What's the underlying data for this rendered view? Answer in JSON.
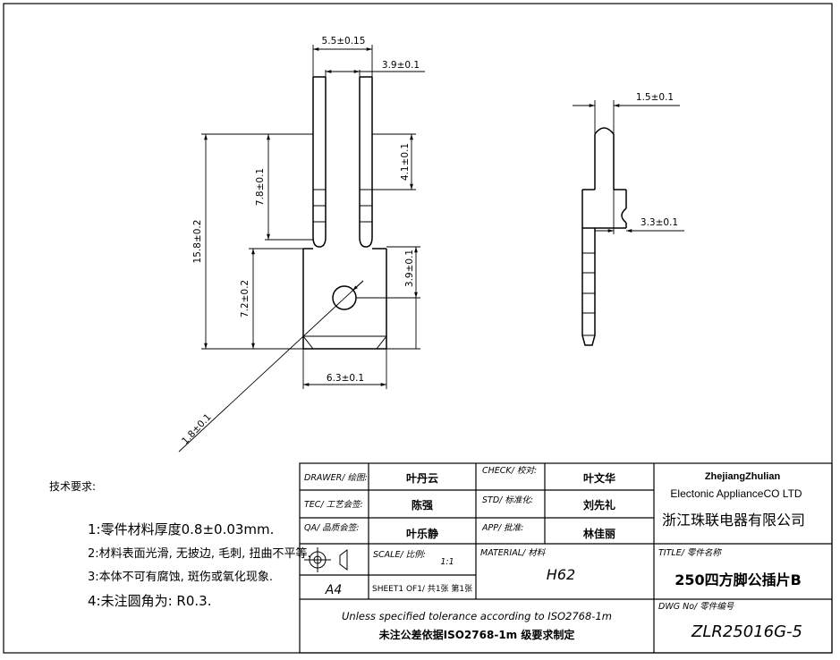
{
  "dimensions": {
    "top_width": "5.5±0.15",
    "top_gap": "3.9±0.1",
    "slot_depth": "4.1±0.1",
    "tab_length": "7.8±0.1",
    "total_length": "15.8±0.2",
    "body_length": "7.2±0.2",
    "hole_offset": "3.9±0.1",
    "base_width": "6.3±0.1",
    "hole_dia": "1.8±0.1",
    "thickness": "1.5±0.1",
    "side_offset": "3.3±0.1"
  },
  "notes": {
    "heading": "技术要求:",
    "items": [
      "1:零件材料厚度0.8±0.03mm.",
      "2:材料表面光滑, 无披边, 毛刺, 扭曲不平等.",
      "3:本体不可有腐蚀, 斑伤或氧化现象.",
      "4:未注圆角为: R0.3."
    ]
  },
  "title_block": {
    "drawer_label": "DRAWER/ 绘图:",
    "drawer_name": "叶丹云",
    "check_label": "CHECK/ 校对:",
    "check_name": "叶文华",
    "tec_label": "TEC/ 工艺会签:",
    "tec_name": "陈强",
    "std_label": "STD/ 标准化:",
    "std_name": "刘先礼",
    "qa_label": "QA/ 品质会签:",
    "qa_name": "叶乐静",
    "app_label": "APP/ 批准:",
    "app_name": "林佳丽",
    "company_en_1": "ZhejiangZhulian",
    "company_en_2": "Electonic ApplianceCO LTD",
    "company_cn": "浙江珠联电器有限公司",
    "scale_label": "SCALE/ 比例:",
    "scale_value": "1:1",
    "material_label": "MATERIAL/ 材料",
    "material_value": "H62",
    "title_label": "TITLE/ 零件名称",
    "title_value": "250四方脚公插片B",
    "paper_size": "A4",
    "sheet": "SHEET1 OF1/ 共1张 第1张",
    "tolerance_en": "Unless specified tolerance according to ISO2768-1m",
    "tolerance_cn": "未注公差依据ISO2768-1m 级要求制定",
    "dwg_label": "DWG No/ 零件编号",
    "dwg_value": "ZLR25016G-5"
  }
}
